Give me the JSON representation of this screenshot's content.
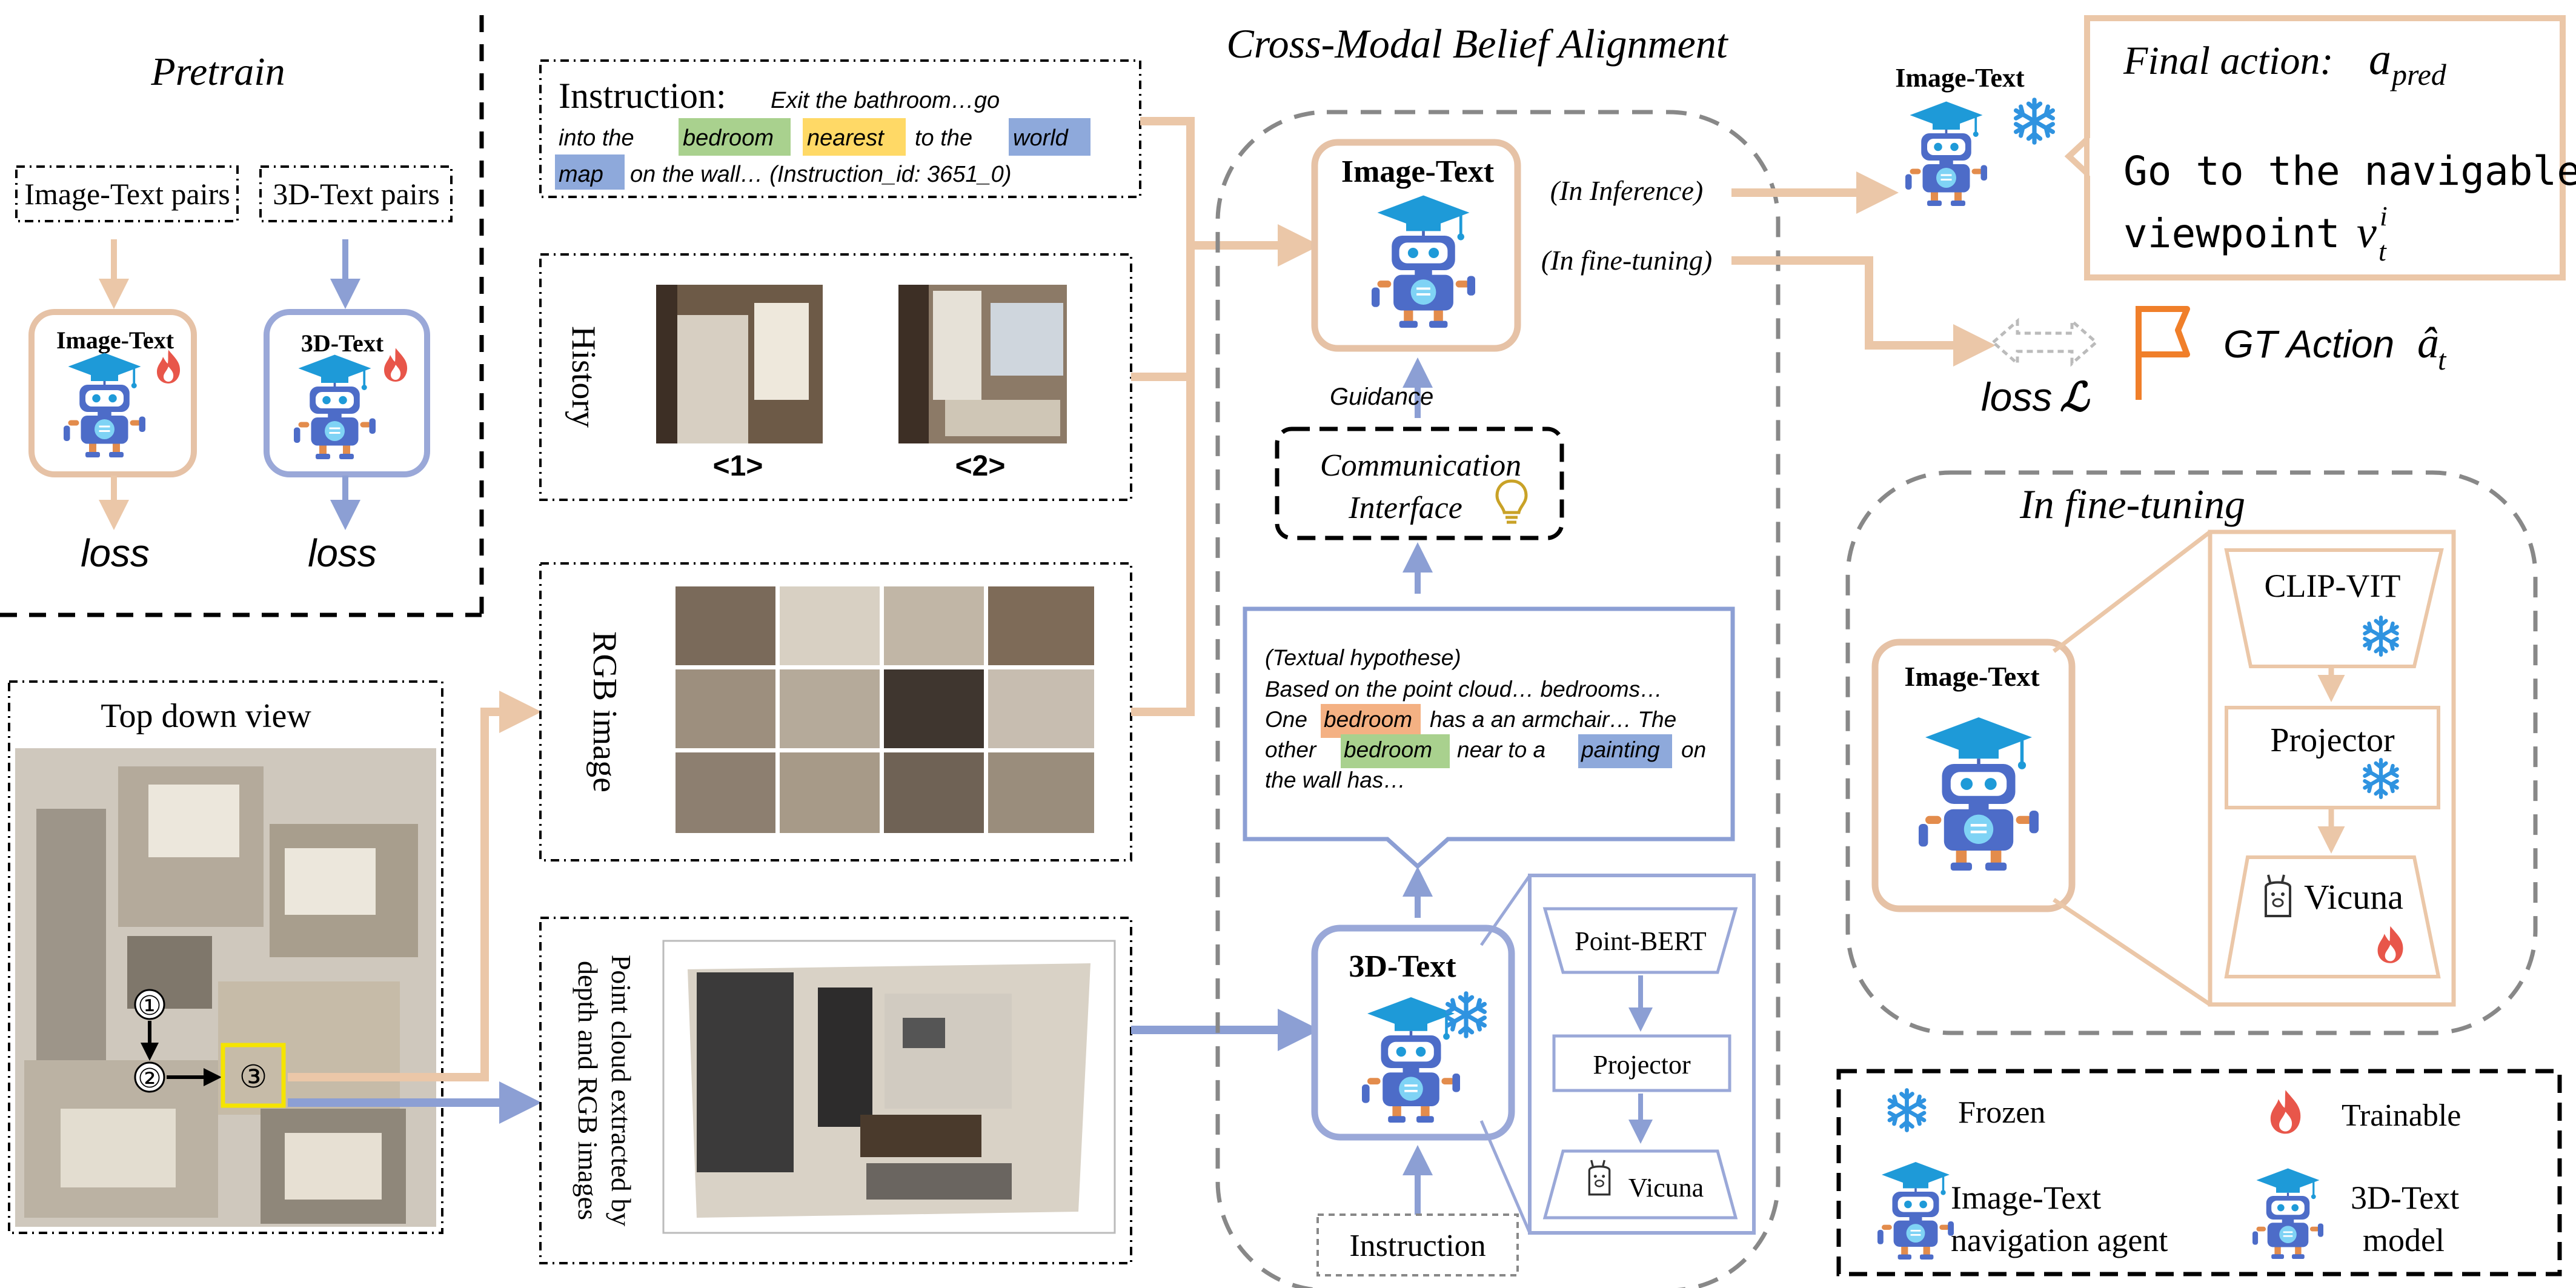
{
  "pretrain": {
    "title": "Pretrain",
    "image_text_pairs": "Image-Text pairs",
    "threed_text_pairs": "3D-Text pairs",
    "image_text_model": "Image-Text",
    "threed_text_model": "3D-Text",
    "loss_left": "loss",
    "loss_right": "loss"
  },
  "topdown": {
    "title": "Top down view",
    "markers": [
      "①",
      "②",
      "③"
    ]
  },
  "instruction": {
    "label": "Instruction:",
    "line1": "Exit the bathroom…go",
    "line2_a": "into the",
    "line2_bedroom": "bedroom",
    "line2_nearest": "nearest",
    "line2_b": "to the",
    "line2_world": "world",
    "line3_map": "map",
    "line3_b": "on the wall… (Instruction_id: 3651_0)"
  },
  "history": {
    "label": "History",
    "tags": [
      "<1>",
      "<2>"
    ]
  },
  "rgb": {
    "label": "RGB image"
  },
  "pointcloud": {
    "label_line1": "Point cloud extracted by",
    "label_line2": "depth and RGB images"
  },
  "cmba": {
    "title": "Cross-Modal Belief Alignment",
    "image_text_label": "Image-Text",
    "in_inference": "(In Inference)",
    "in_finetuning": "(In fine-tuning)",
    "guidance": "Guidance",
    "comm_line1": "Communication",
    "comm_line2": "Interface",
    "hyp_l1": "(Textual hypothese)",
    "hyp_l2": "Based on the point cloud… bedrooms…",
    "hyp_l3a": "One",
    "hyp_l3_bedroom": "bedroom",
    "hyp_l3b": "has a an armchair… The",
    "hyp_l4a": "other",
    "hyp_l4_bedroom": "bedroom",
    "hyp_l4b": "near to a",
    "hyp_l4_painting": "painting",
    "hyp_l4c": "on",
    "hyp_l5": "the wall has…",
    "threed_text_label": "3D-Text",
    "point_bert": "Point-BERT",
    "projector": "Projector",
    "vicuna": "Vicuna",
    "instruction_box": "Instruction"
  },
  "final": {
    "model_label": "Image-Text",
    "action_title": "Final action:",
    "action_symbol": "a",
    "action_sub": "pred",
    "line1": "Go to the navigable",
    "line2": "viewpoint",
    "v_sym": "v",
    "v_sup": "i",
    "v_sub": "t"
  },
  "gt": {
    "loss": "loss",
    "loss_sym": "ℒ",
    "gt_action": "GT Action",
    "gt_sym": "â",
    "gt_sub": "t"
  },
  "finetune": {
    "title": "In fine-tuning",
    "model_label": "Image-Text",
    "clip": "CLIP-VIT",
    "projector": "Projector",
    "vicuna": "Vicuna"
  },
  "legend": {
    "frozen": "Frozen",
    "trainable": "Trainable",
    "it_agent_l1": "Image-Text",
    "it_agent_l2": "navigation agent",
    "td_model_l1": "3D-Text",
    "td_model_l2": "model"
  },
  "colors": {
    "peach": "#ebc7a8",
    "peach_border": "#e6c2a6",
    "blue": "#8c9fd4",
    "blue_border": "#9aa8d8",
    "orange_flag": "#f07f2a",
    "fire": "#e8564a",
    "snow": "#2f93e0",
    "highlight_green": "#a9d18e",
    "highlight_yellow": "#ffd966",
    "highlight_blue": "#8ea9db",
    "highlight_orange": "#f4b183",
    "yellow_box": "#f5e400",
    "grey_dash": "#888888"
  }
}
